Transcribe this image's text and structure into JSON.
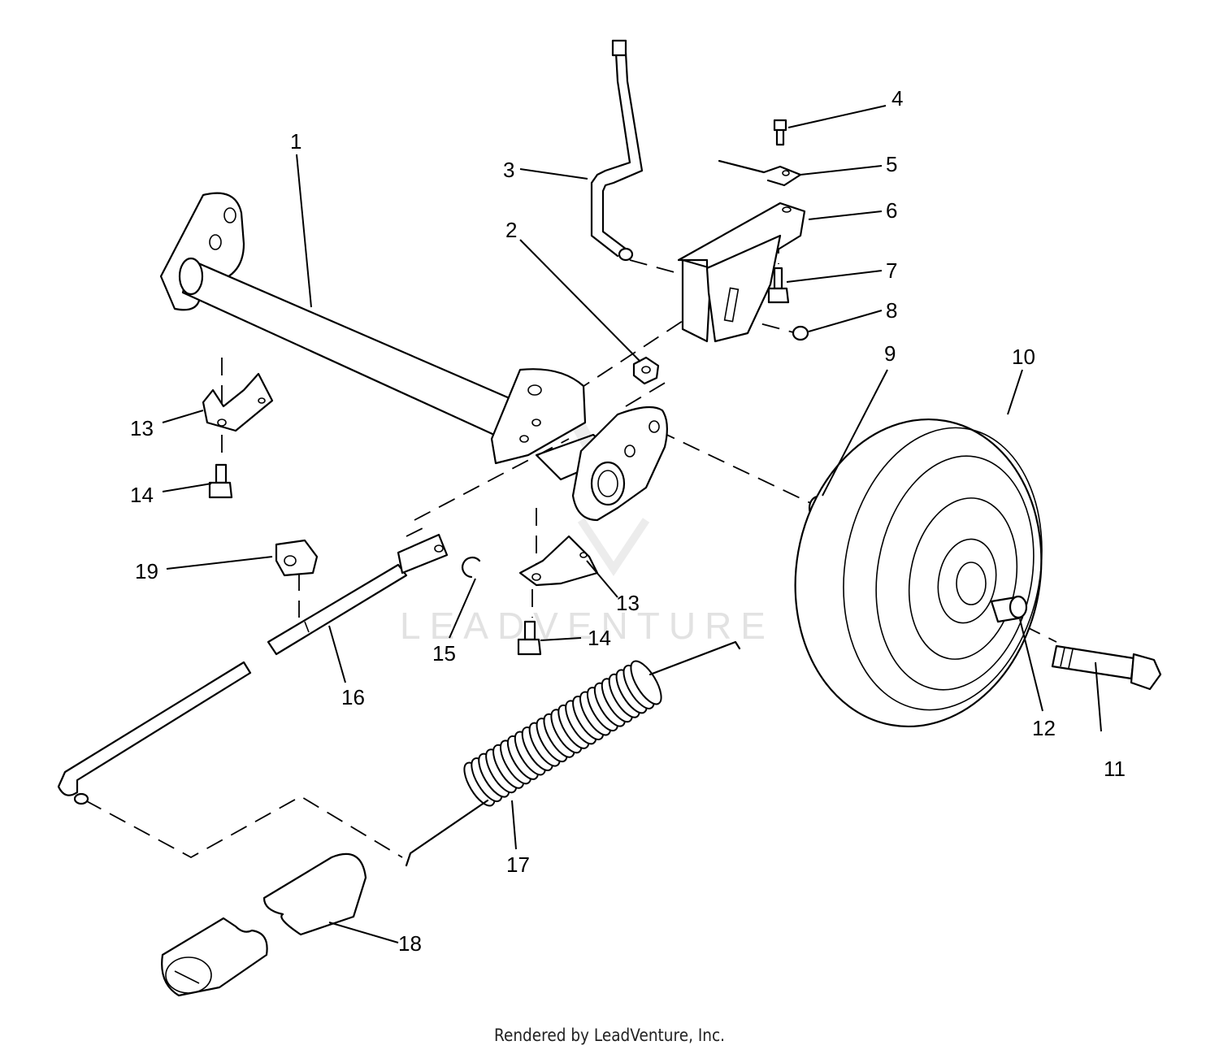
{
  "watermark": {
    "text": "LEADVENTURE"
  },
  "footer": {
    "text": "Rendered by LeadVenture, Inc."
  },
  "callouts": [
    "1",
    "2",
    "3",
    "4",
    "5",
    "6",
    "7",
    "8",
    "9",
    "10",
    "11",
    "12",
    "13",
    "13",
    "14",
    "14",
    "15",
    "16",
    "17",
    "18",
    "19"
  ]
}
